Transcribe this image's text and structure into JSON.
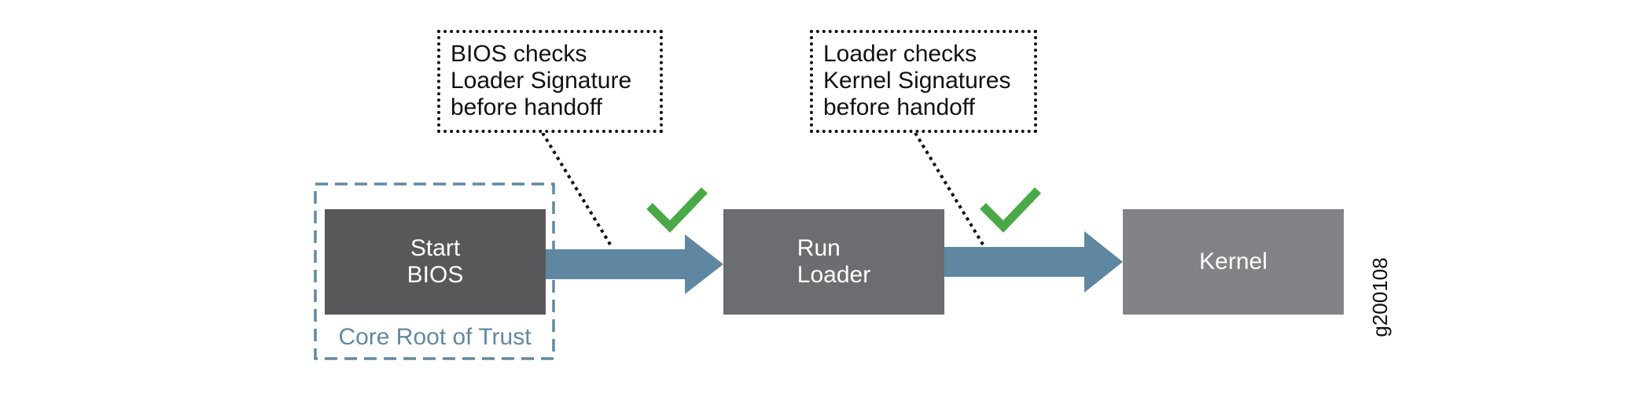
{
  "diagram": {
    "boxes": {
      "bios": "Start\nBIOS",
      "loader": "Run\nLoader",
      "kernel": "Kernel"
    },
    "callouts": {
      "bios_check": "BIOS checks\nLoader Signature\nbefore handoff",
      "loader_check": "Loader checks\nKernel Signatures\nbefore handoff"
    },
    "trust_zone_label": "Core Root of Trust",
    "figure_id": "g200108",
    "colors": {
      "arrow": "#5f87a2",
      "check": "#4aa947",
      "trust_border": "#6089a4",
      "bios_box": "#58585a",
      "loader_box": "#6c6d70",
      "kernel_box": "#828386"
    },
    "icons": [
      "check-icon",
      "check-icon"
    ]
  }
}
